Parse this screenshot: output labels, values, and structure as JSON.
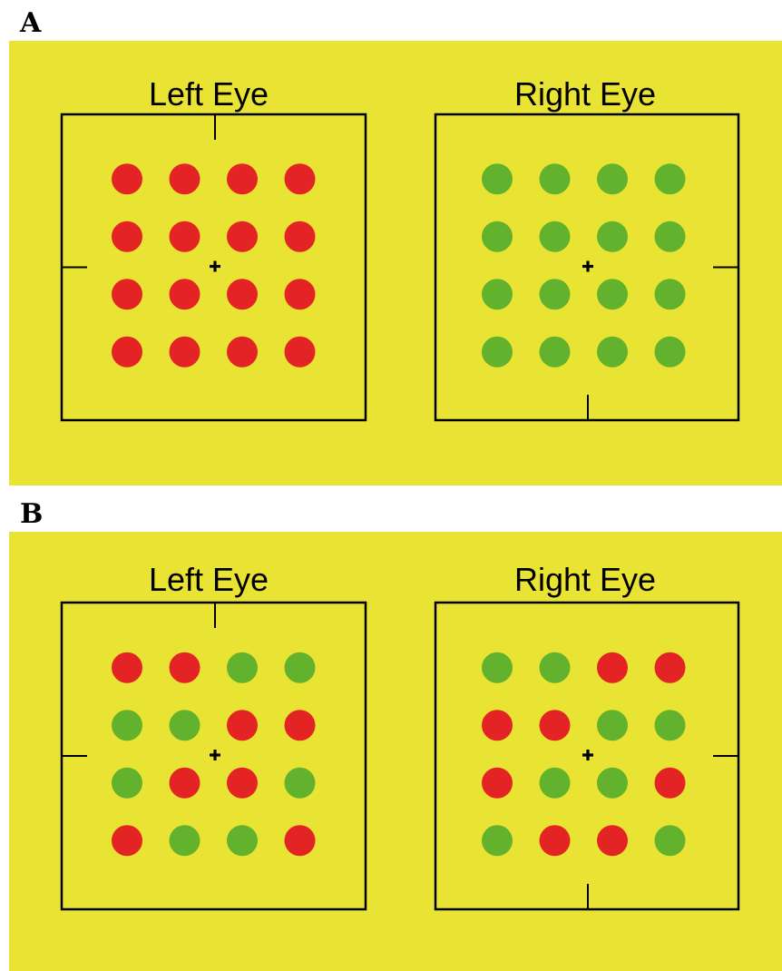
{
  "colors": {
    "background": "#e9e433",
    "red": "#e42424",
    "green": "#62b22e",
    "outline": "#000000"
  },
  "panels": [
    {
      "letter": "A",
      "eyes": [
        {
          "title": "Left Eye",
          "nonius_marks": [
            "top",
            "left"
          ],
          "dots": [
            [
              "red",
              "red",
              "red",
              "red"
            ],
            [
              "red",
              "red",
              "red",
              "red"
            ],
            [
              "red",
              "red",
              "red",
              "red"
            ],
            [
              "red",
              "red",
              "red",
              "red"
            ]
          ]
        },
        {
          "title": "Right Eye",
          "nonius_marks": [
            "right",
            "bottom"
          ],
          "dots": [
            [
              "green",
              "green",
              "green",
              "green"
            ],
            [
              "green",
              "green",
              "green",
              "green"
            ],
            [
              "green",
              "green",
              "green",
              "green"
            ],
            [
              "green",
              "green",
              "green",
              "green"
            ]
          ]
        }
      ]
    },
    {
      "letter": "B",
      "eyes": [
        {
          "title": "Left Eye",
          "nonius_marks": [
            "top",
            "left"
          ],
          "dots": [
            [
              "red",
              "red",
              "green",
              "green"
            ],
            [
              "green",
              "green",
              "red",
              "red"
            ],
            [
              "green",
              "red",
              "red",
              "green"
            ],
            [
              "red",
              "green",
              "green",
              "red"
            ]
          ]
        },
        {
          "title": "Right Eye",
          "nonius_marks": [
            "right",
            "bottom"
          ],
          "dots": [
            [
              "green",
              "green",
              "red",
              "red"
            ],
            [
              "red",
              "red",
              "green",
              "green"
            ],
            [
              "red",
              "green",
              "green",
              "red"
            ],
            [
              "green",
              "red",
              "red",
              "green"
            ]
          ]
        }
      ]
    }
  ]
}
